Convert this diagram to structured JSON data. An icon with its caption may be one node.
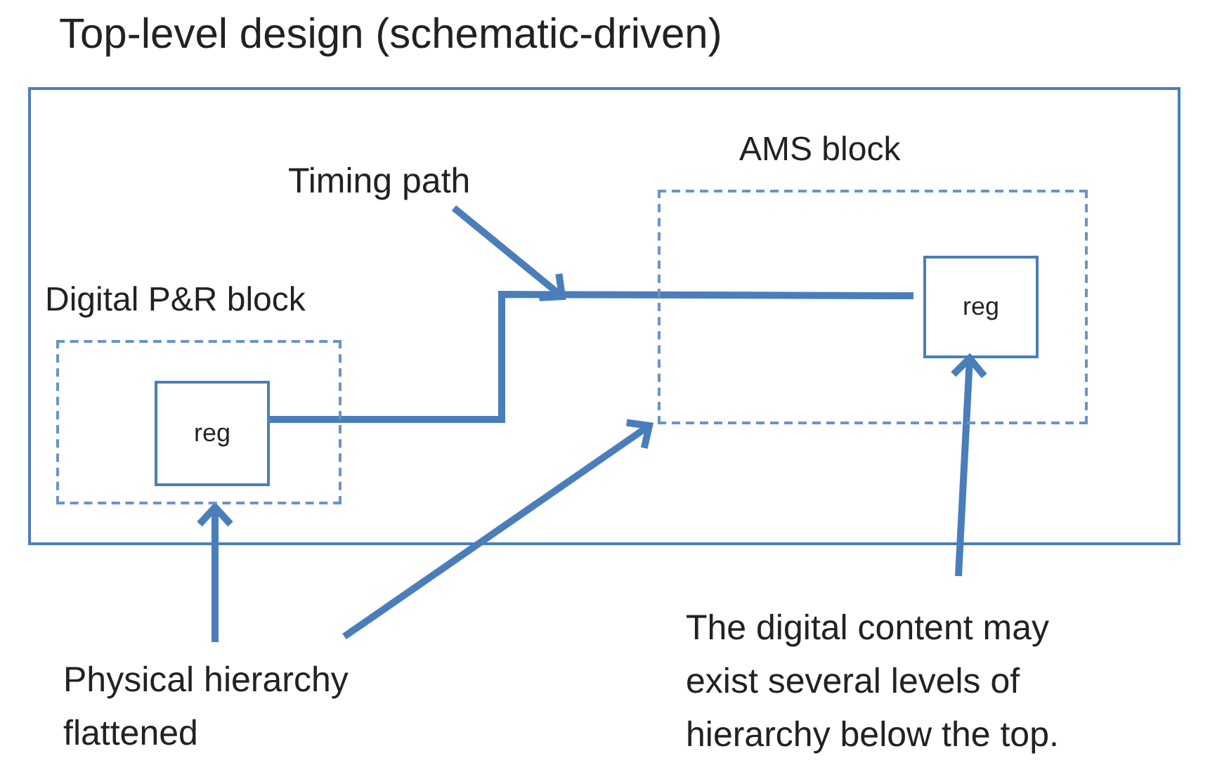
{
  "diagram": {
    "nodes": [
      {
        "text": [
          "Top-level design (schematic-driven)"
        ]
      },
      {
        "text": [
          "Digital P&R block"
        ],
        "in": 0
      },
      {
        "text": [
          "reg"
        ],
        "in": 1
      },
      {
        "text": [
          "AMS block"
        ],
        "in": 0
      },
      {
        "text": [
          "reg"
        ],
        "in": 3
      },
      {
        "text": [
          "Timing path"
        ],
        "in": 0
      },
      {
        "text": [
          "Physical hierarchy flattened"
        ]
      },
      {
        "text": [
          "The digital content may exist several levels of hierarchy below the top."
        ]
      }
    ],
    "edges": [
      {
        "from": 2,
        "to": 4,
        "arrow": "none"
      },
      {
        "from": 5,
        "to": null,
        "arrow": "to"
      },
      {
        "from": 6,
        "to": 1,
        "arrow": "to"
      },
      {
        "from": 6,
        "to": 3,
        "arrow": "to"
      },
      {
        "from": 7,
        "to": 4,
        "arrow": "to"
      }
    ]
  }
}
